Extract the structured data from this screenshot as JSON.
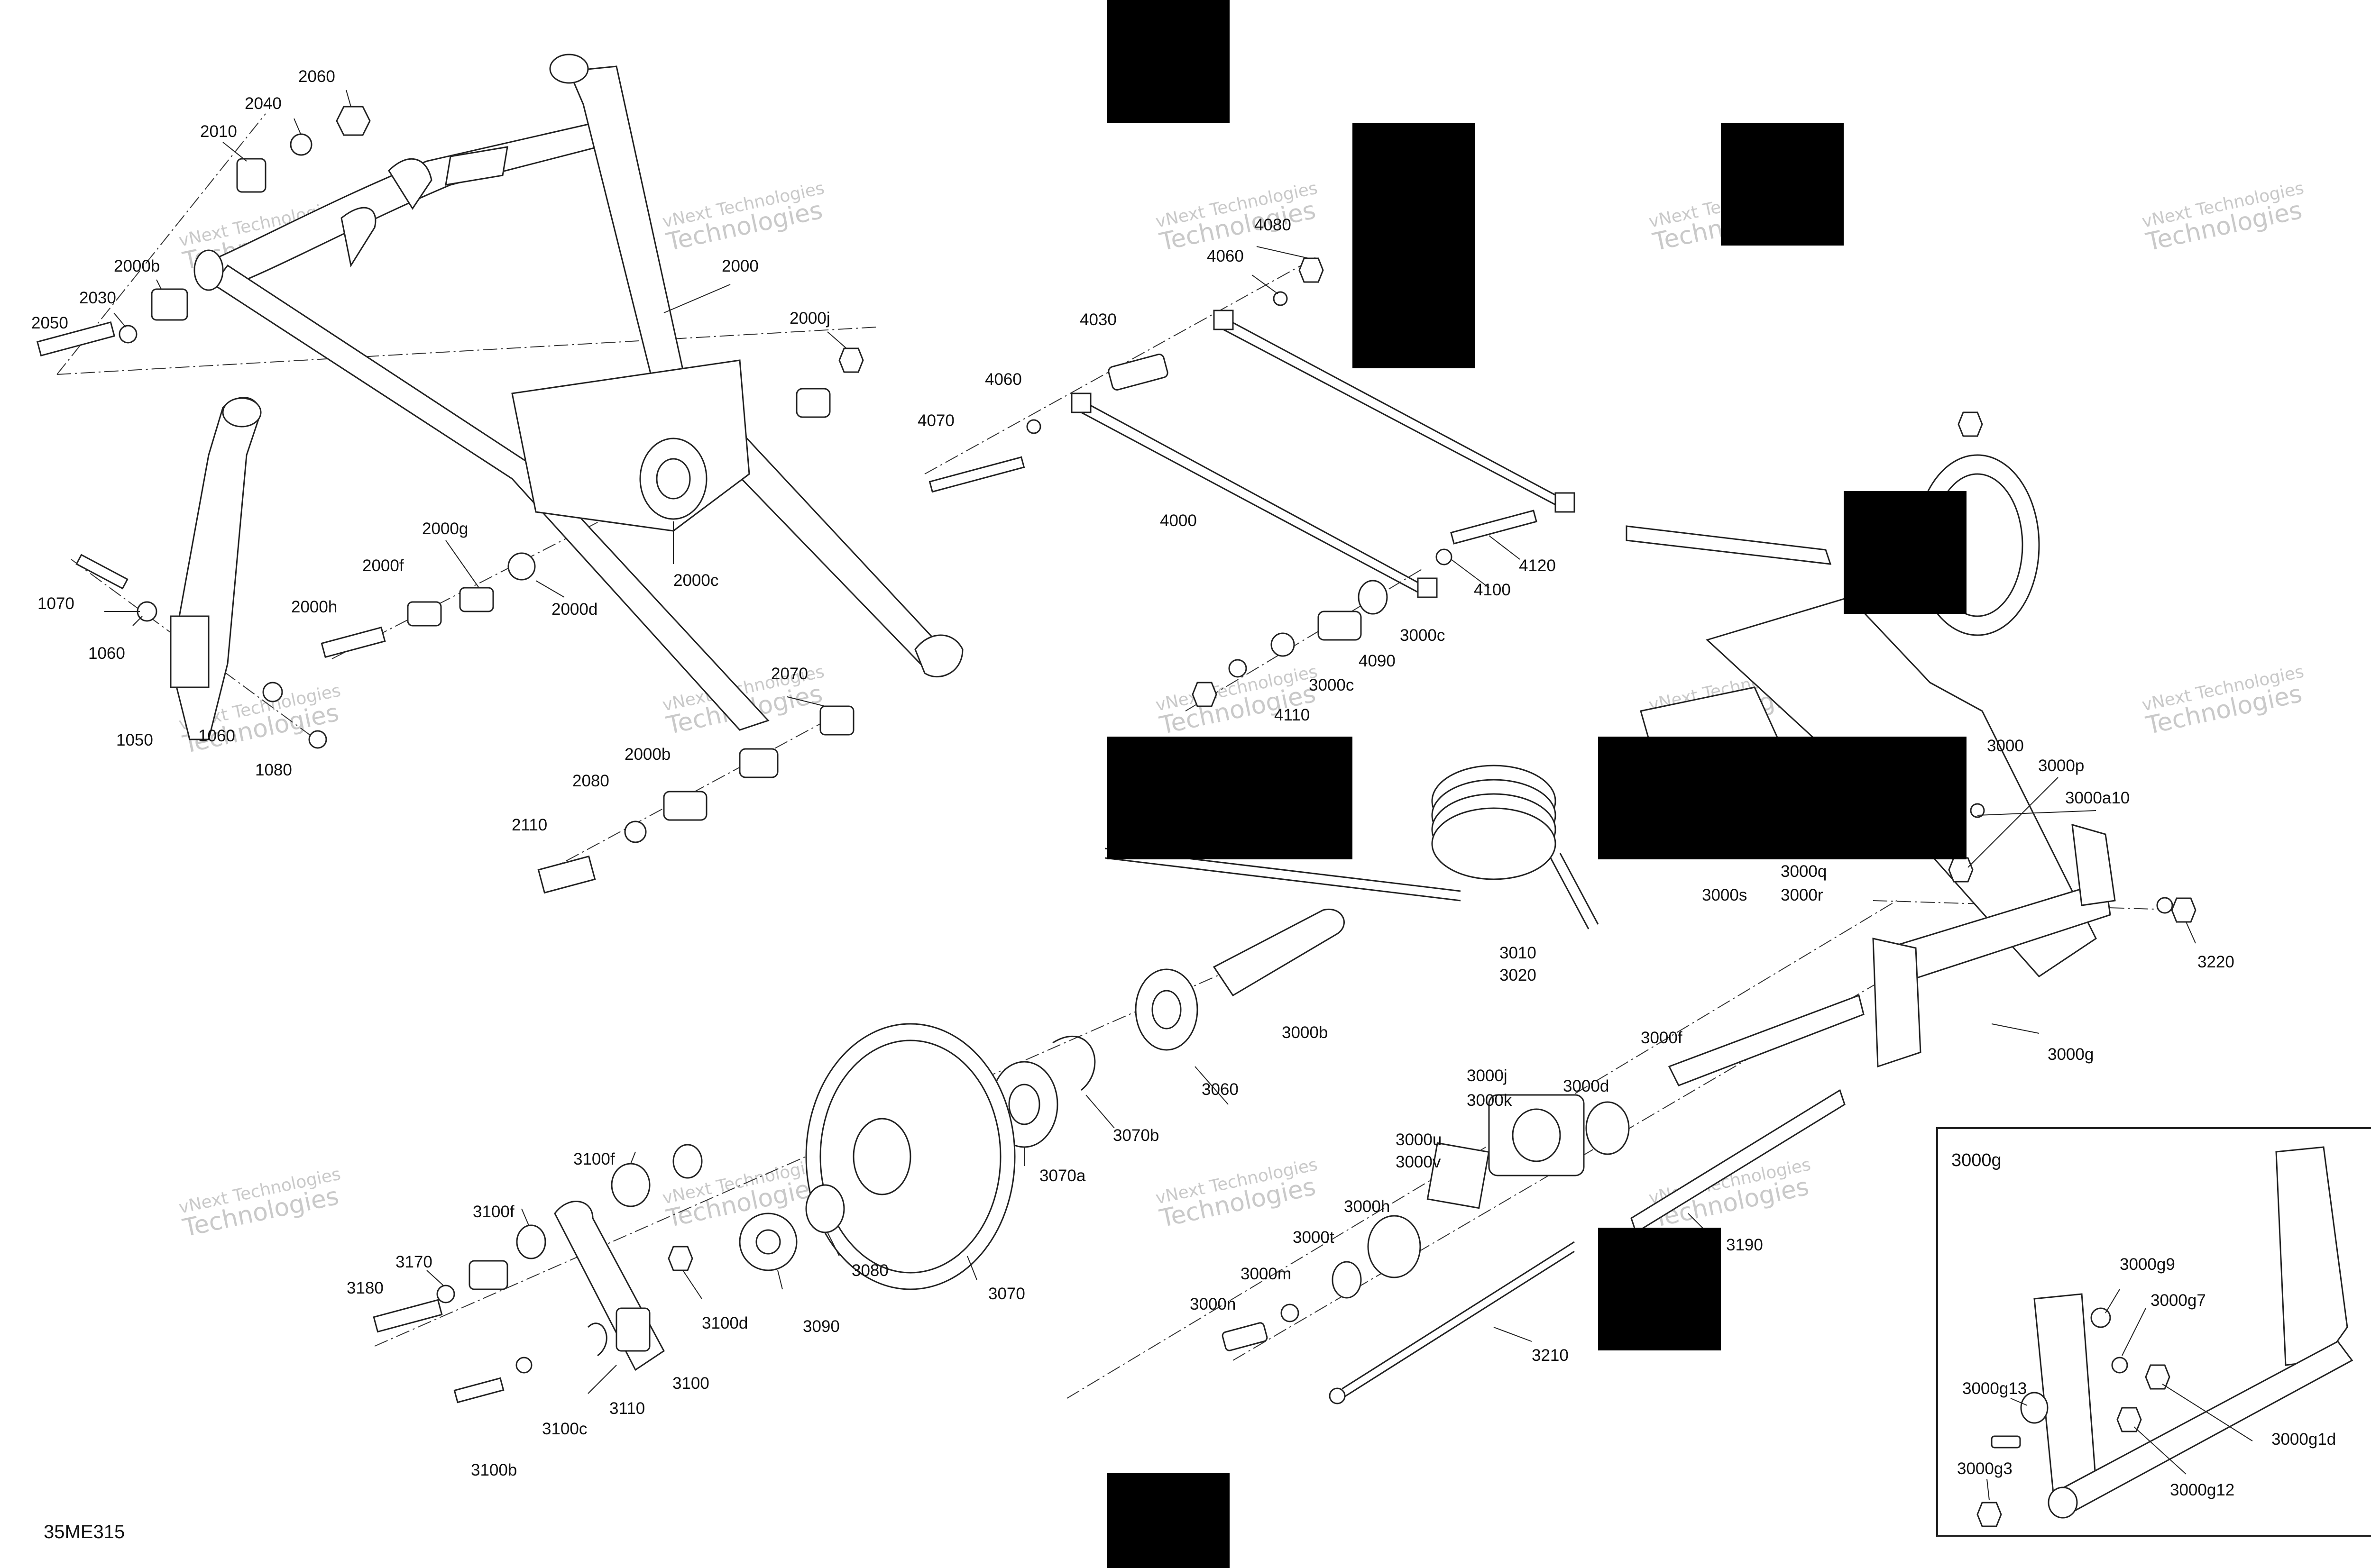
{
  "diagram_code": "35ME315",
  "inset": {
    "title": "3000g"
  },
  "watermark": {
    "line1": "vNext Technologies",
    "line2": "Technologies"
  },
  "labels": [
    "2060",
    "2040",
    "2010",
    "2000",
    "2000b",
    "2030",
    "2050",
    "2000j",
    "1070",
    "1060",
    "1050",
    "1060",
    "1080",
    "2000g",
    "2000f",
    "2000h",
    "2000d",
    "2000c",
    "2070",
    "2000b",
    "2080",
    "2110",
    "4080",
    "4060",
    "4030",
    "4060",
    "4070",
    "4000",
    "4120",
    "4100",
    "3000c",
    "4090",
    "3000c",
    "4110",
    "3000",
    "3000p",
    "3000a10",
    "3000q",
    "3000r",
    "3000s",
    "3010",
    "3020",
    "3220",
    "3000g",
    "3000b",
    "3060",
    "3070b",
    "3070a",
    "3070",
    "3080",
    "3090",
    "3100f",
    "3100f",
    "3170",
    "3180",
    "3100d",
    "3100",
    "3110",
    "3100c",
    "3100b",
    "3000j",
    "3000k",
    "3000d",
    "3000f",
    "3000u",
    "3000v",
    "3000h",
    "3000t",
    "3000m",
    "3000n",
    "3190",
    "3210",
    "3000g9",
    "3000g7",
    "3000g13",
    "3000g1d",
    "3000g3",
    "3000g12"
  ]
}
